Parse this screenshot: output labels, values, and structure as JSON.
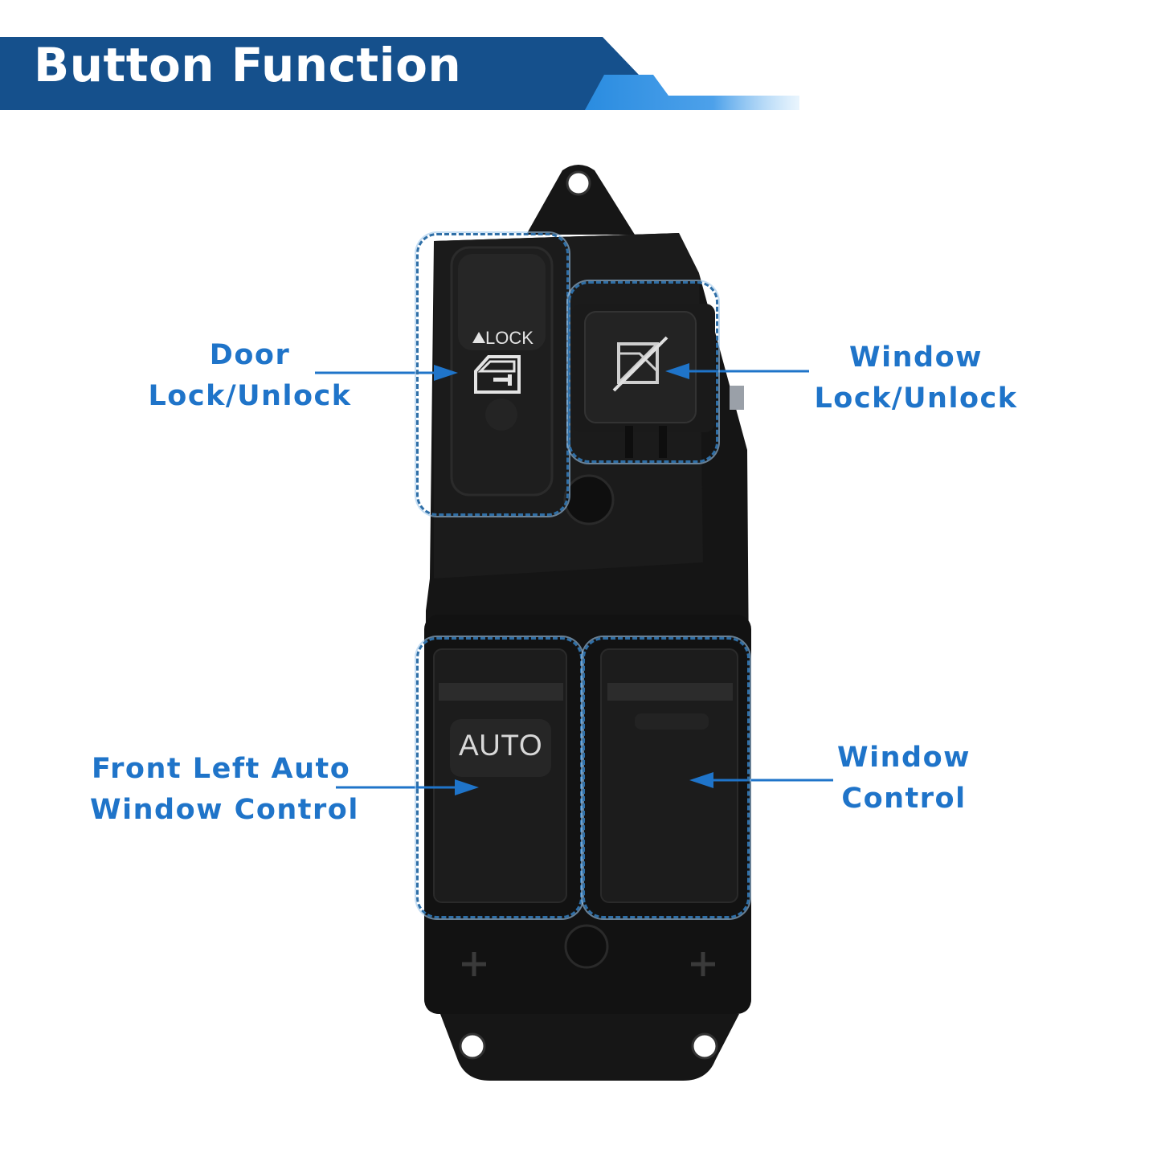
{
  "header": {
    "title": "Button Function"
  },
  "device": {
    "door_switch_text": "LOCK",
    "auto_button_text": "AUTO"
  },
  "callouts": {
    "door_lock": {
      "line1": "Door",
      "line2": "Lock/Unlock"
    },
    "window_lock": {
      "line1": "Window",
      "line2": "Lock/Unlock"
    },
    "front_left_auto": {
      "line1": "Front Left Auto",
      "line2": "Window Control"
    },
    "window_control": {
      "line1": "Window",
      "line2": "Control"
    }
  },
  "colors": {
    "banner_dark": "#15508c",
    "banner_light": "#2a8ce0",
    "label_blue": "#1f74c9",
    "dashed_outline": "#2f6fa7",
    "device_black": "#141414"
  },
  "icons": [
    "lock-arrow-icon",
    "car-door-key-icon",
    "window-lock-icon"
  ]
}
